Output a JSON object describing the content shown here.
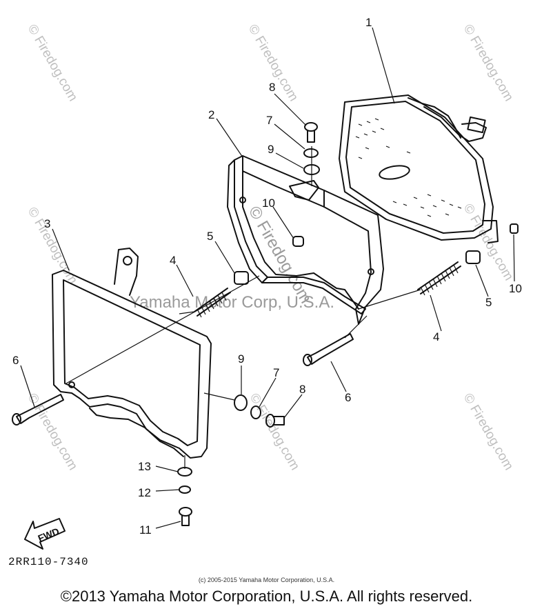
{
  "diagram": {
    "part_labels": {
      "l1": "1",
      "l2": "2",
      "l3": "3",
      "l4a": "4",
      "l4b": "4",
      "l5a": "5",
      "l5b": "5",
      "l6a": "6",
      "l6b": "6",
      "l7a": "7",
      "l7b": "7",
      "l8a": "8",
      "l8b": "8",
      "l9a": "9",
      "l9b": "9",
      "l10a": "10",
      "l10b": "10",
      "l11": "11",
      "l12": "12",
      "l13": "13"
    },
    "fwd_arrow": "FWD",
    "drawing_code": "2RR110-7340",
    "watermark": "© Firedog.com",
    "center_watermark": "Yamaha Motor Corp, U.S.A."
  },
  "footer": {
    "small_copyright": "(c) 2005-2015 Yamaha Motor Corporation, U.S.A.",
    "copyright": "©2013 Yamaha Motor Corporation, U.S.A. All rights reserved."
  }
}
